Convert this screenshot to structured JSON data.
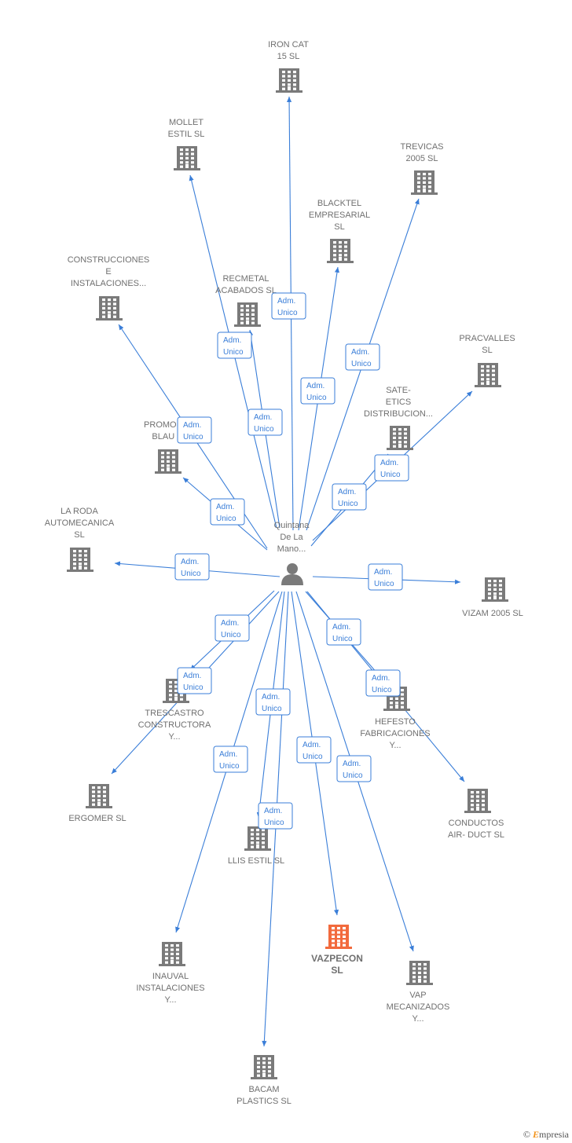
{
  "colors": {
    "edge": "#3a7ed8",
    "node": "#7a7a7a",
    "highlight": "#f26a3d"
  },
  "center": {
    "label": [
      "Quintana",
      "De La",
      "Mano..."
    ],
    "icon": "person-icon"
  },
  "edge_label": [
    "Adm.",
    "Unico"
  ],
  "companies": [
    {
      "id": "iron-cat",
      "label": [
        "IRON CAT",
        "15  SL"
      ]
    },
    {
      "id": "mollet-estil",
      "label": [
        "MOLLET",
        "ESTIL  SL"
      ]
    },
    {
      "id": "trevicas",
      "label": [
        "TREVICAS",
        "2005 SL"
      ]
    },
    {
      "id": "blacktel",
      "label": [
        "BLACKTEL",
        "EMPRESARIAL",
        "SL"
      ]
    },
    {
      "id": "construcciones",
      "label": [
        "CONSTRUCCIONES",
        "E",
        "INSTALACIONES..."
      ]
    },
    {
      "id": "recmetal",
      "label": [
        "RECMETAL",
        "ACABADOS  SL"
      ]
    },
    {
      "id": "pracvalles",
      "label": [
        "PRACVALLES",
        "SL"
      ]
    },
    {
      "id": "sate-etics",
      "label": [
        "SATE-",
        "ETICS",
        "DISTRIBUCION..."
      ]
    },
    {
      "id": "promoinv",
      "label": [
        "PROMOINV",
        "BLAU  S"
      ]
    },
    {
      "id": "la-roda",
      "label": [
        "LA RODA",
        "AUTOMECANICA",
        "SL"
      ]
    },
    {
      "id": "vizam",
      "label": [
        "VIZAM 2005  SL"
      ]
    },
    {
      "id": "trescastro",
      "label": [
        "TRESCASTRO",
        "CONSTRUCTORA",
        "Y..."
      ]
    },
    {
      "id": "hefesto",
      "label": [
        "HEFESTO",
        "FABRICACIONES",
        "Y..."
      ]
    },
    {
      "id": "ergomer",
      "label": [
        "ERGOMER  SL"
      ]
    },
    {
      "id": "conductos",
      "label": [
        "CONDUCTOS",
        "AIR- DUCT  SL"
      ]
    },
    {
      "id": "llis-estil",
      "label": [
        "LLIS ESTIL SL"
      ]
    },
    {
      "id": "inauval",
      "label": [
        "INAUVAL",
        "INSTALACIONES",
        "Y..."
      ]
    },
    {
      "id": "vazpecon",
      "label": [
        "VAZPECON",
        "SL"
      ],
      "highlight": true
    },
    {
      "id": "vap",
      "label": [
        "VAP",
        "MECANIZADOS",
        "Y..."
      ]
    },
    {
      "id": "bacam",
      "label": [
        "BACAM",
        "PLASTICS SL"
      ]
    }
  ],
  "footer": {
    "copyright": "©",
    "brand_initial": "E",
    "brand_rest": "mpresia"
  }
}
